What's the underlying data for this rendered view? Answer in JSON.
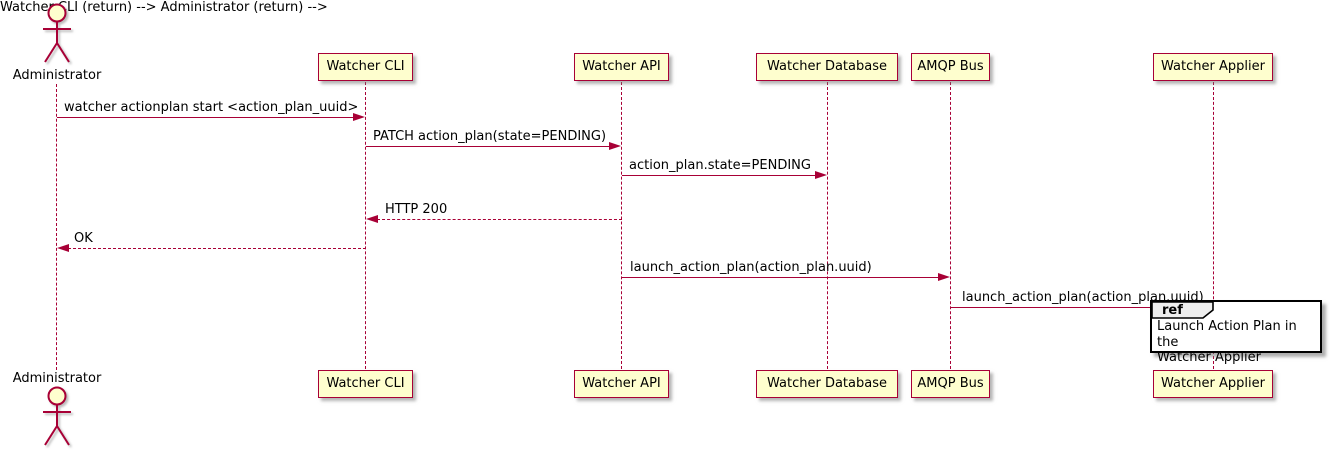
{
  "colors": {
    "line": "#A80036",
    "participant_fill": "#FEFECE",
    "participant_border": "#A80036",
    "ref_border": "#000000",
    "ref_header_fill": "#EEEEEE",
    "text": "#000000"
  },
  "actor": {
    "label": "Administrator"
  },
  "participants": [
    {
      "label": "Watcher CLI"
    },
    {
      "label": "Watcher API"
    },
    {
      "label": "Watcher Database"
    },
    {
      "label": "AMQP Bus"
    },
    {
      "label": "Watcher Applier"
    }
  ],
  "messages": [
    {
      "label": "watcher actionplan start <action_plan_uuid>",
      "from": "Administrator",
      "to": "Watcher CLI",
      "style": "solid"
    },
    {
      "label": "PATCH action_plan(state=PENDING)",
      "from": "Watcher CLI",
      "to": "Watcher API",
      "style": "solid"
    },
    {
      "label": "action_plan.state=PENDING",
      "from": "Watcher API",
      "to": "Watcher Database",
      "style": "solid"
    },
    {
      "label": "HTTP 200",
      "from": "Watcher API",
      "to": "Watcher CLI",
      "style": "dashed"
    },
    {
      "label": "OK",
      "from": "Watcher CLI",
      "to": "Administrator",
      "style": "dashed"
    },
    {
      "label": "launch_action_plan(action_plan.uuid)",
      "from": "Watcher API",
      "to": "AMQP Bus",
      "style": "solid"
    },
    {
      "label": "launch_action_plan(action_plan.uuid)",
      "from": "AMQP Bus",
      "to": "Watcher Applier",
      "style": "solid"
    }
  ],
  "ref": {
    "keyword": "ref",
    "text_line1": "Launch Action Plan in the",
    "text_line2": "Watcher Applier"
  }
}
